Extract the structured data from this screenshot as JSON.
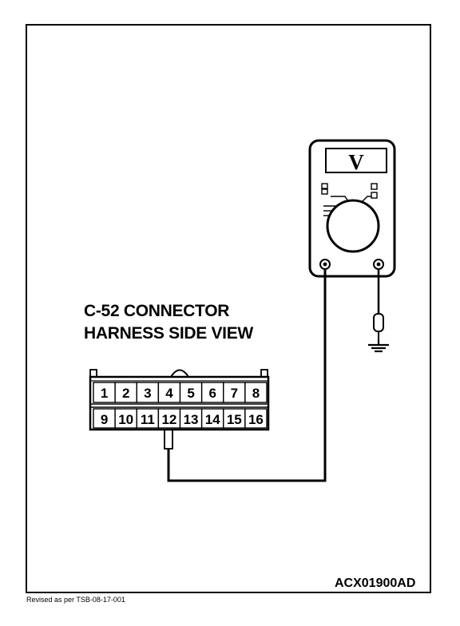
{
  "connector": {
    "title_line1": "C-52 CONNECTOR",
    "title_line2": "HARNESS SIDE VIEW",
    "top_row_pins": [
      "1",
      "2",
      "3",
      "4",
      "5",
      "6",
      "7",
      "8"
    ],
    "bottom_row_pins": [
      "9",
      "10",
      "11",
      "12",
      "13",
      "14",
      "15",
      "16"
    ]
  },
  "meter": {
    "display": "V"
  },
  "figure_code": "ACX01900AD",
  "footer_note": "Revised as per TSB-08-17-001"
}
